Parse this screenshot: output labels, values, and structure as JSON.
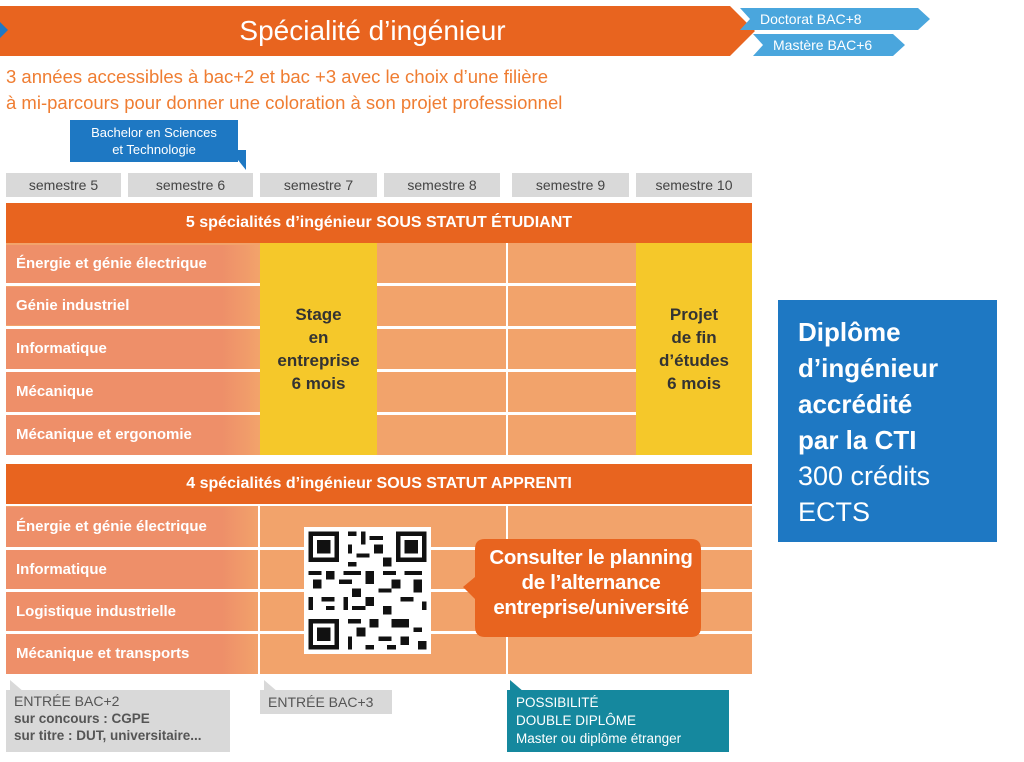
{
  "header": {
    "title": "Spécialité d’ingénieur",
    "degrees": [
      "Doctorat BAC+8",
      "Mastère BAC+6"
    ]
  },
  "subtitle": {
    "line1": "3 années accessibles à bac+2 et bac +3 avec le choix d’une filière",
    "line2": "à mi-parcours pour donner une coloration à son projet professionnel"
  },
  "bachelor": {
    "line1": "Bachelor en Sciences",
    "line2": "et Technologie"
  },
  "semesters": [
    "semestre 5",
    "semestre 6",
    "semestre 7",
    "semestre 8",
    "semestre 9",
    "semestre 10"
  ],
  "student": {
    "heading_prefix": "5 spécialités d’ingénieur ",
    "heading_strong": "SOUS STATUT ÉTUDIANT",
    "specialties": [
      "Énergie et génie électrique",
      "Génie industriel",
      "Informatique",
      "Mécanique",
      "Mécanique et ergonomie"
    ],
    "internship": [
      "Stage",
      "en",
      "entreprise",
      "6 mois"
    ],
    "final_project": [
      "Projet",
      "de fin",
      "d’études",
      "6 mois"
    ]
  },
  "apprentice": {
    "heading_prefix": "4 spécialités d’ingénieur ",
    "heading_strong": "SOUS STATUT APPRENTI",
    "specialties": [
      "Énergie et génie électrique",
      "Informatique",
      "Logistique industrielle",
      "Mécanique et transports"
    ],
    "consult": [
      "Consulter le planning",
      "de l’alternance",
      "entreprise/université"
    ]
  },
  "diploma": {
    "strong": [
      "Diplôme",
      "d’ingénieur",
      "accrédité",
      "par la CTI"
    ],
    "light": [
      "300 crédits",
      "ECTS"
    ]
  },
  "notes": {
    "entree_bac2": {
      "title": "ENTRÉE BAC+2",
      "lines": [
        "sur concours : CGPE",
        "sur titre : DUT, universitaire..."
      ]
    },
    "entree_bac3": "ENTRÉE BAC+3",
    "double": {
      "line1": "POSSIBILITÉ",
      "line2": "DOUBLE DIPLÔME",
      "line3": "Master ou diplôme étranger"
    }
  },
  "colors": {
    "orange": "#e8641f",
    "light_orange": "#f2a36b",
    "yellow": "#f5c82a",
    "blue": "#1e78c3",
    "light_blue": "#4aa6dd",
    "teal": "#15889e",
    "grey": "#d9d9d9"
  },
  "icons": [
    "qr-code-icon",
    "chevron-right-icon"
  ]
}
